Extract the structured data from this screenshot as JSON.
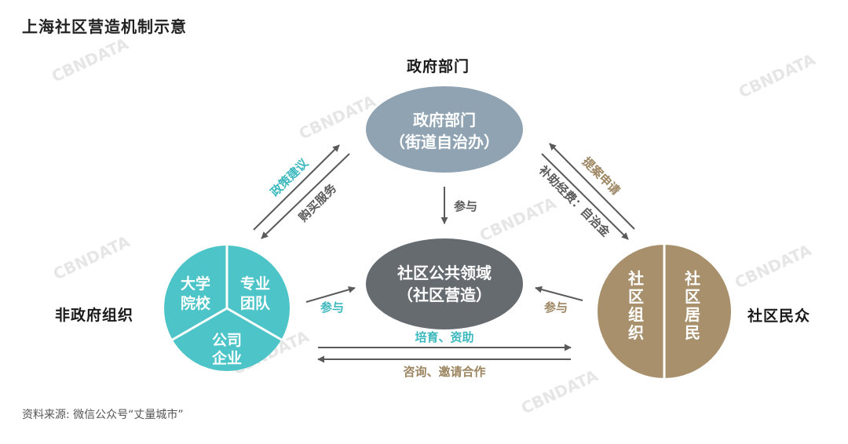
{
  "title": "上海社区营造机制示意",
  "source": "资料来源: 微信公众号“丈量城市”",
  "watermark": "CBNDATA",
  "colors": {
    "government": "#8fa3b3",
    "center": "#666b70",
    "ngo": "#4cc4c8",
    "community": "#a8906c",
    "arrow": "#5a5a5a",
    "teal_text": "#3bb8bd",
    "brown_text": "#9c8560"
  },
  "nodes": {
    "government": {
      "label": "政府部门",
      "line1": "政府部门",
      "line2": "（街道自治办）"
    },
    "center": {
      "line1": "社区公共领域",
      "line2": "（社区营造）"
    },
    "ngo": {
      "label": "非政府组织",
      "segments": [
        {
          "line1": "大学",
          "line2": "院校"
        },
        {
          "line1": "专业",
          "line2": "团队"
        },
        {
          "line1": "公司",
          "line2": "企业"
        }
      ]
    },
    "community": {
      "label": "社区民众",
      "segments": [
        {
          "text": "社区组织"
        },
        {
          "text": "社区居民"
        }
      ]
    }
  },
  "edges": {
    "policy_advice": "政策建议",
    "purchase_service": "购买服务",
    "proposal_apply": "提案申请",
    "subsidy": "补助经费：自治金",
    "participate_top": "参与",
    "participate_left": "参与",
    "participate_right": "参与",
    "cultivate": "培育、资助",
    "consult": "咨询、邀请合作"
  }
}
